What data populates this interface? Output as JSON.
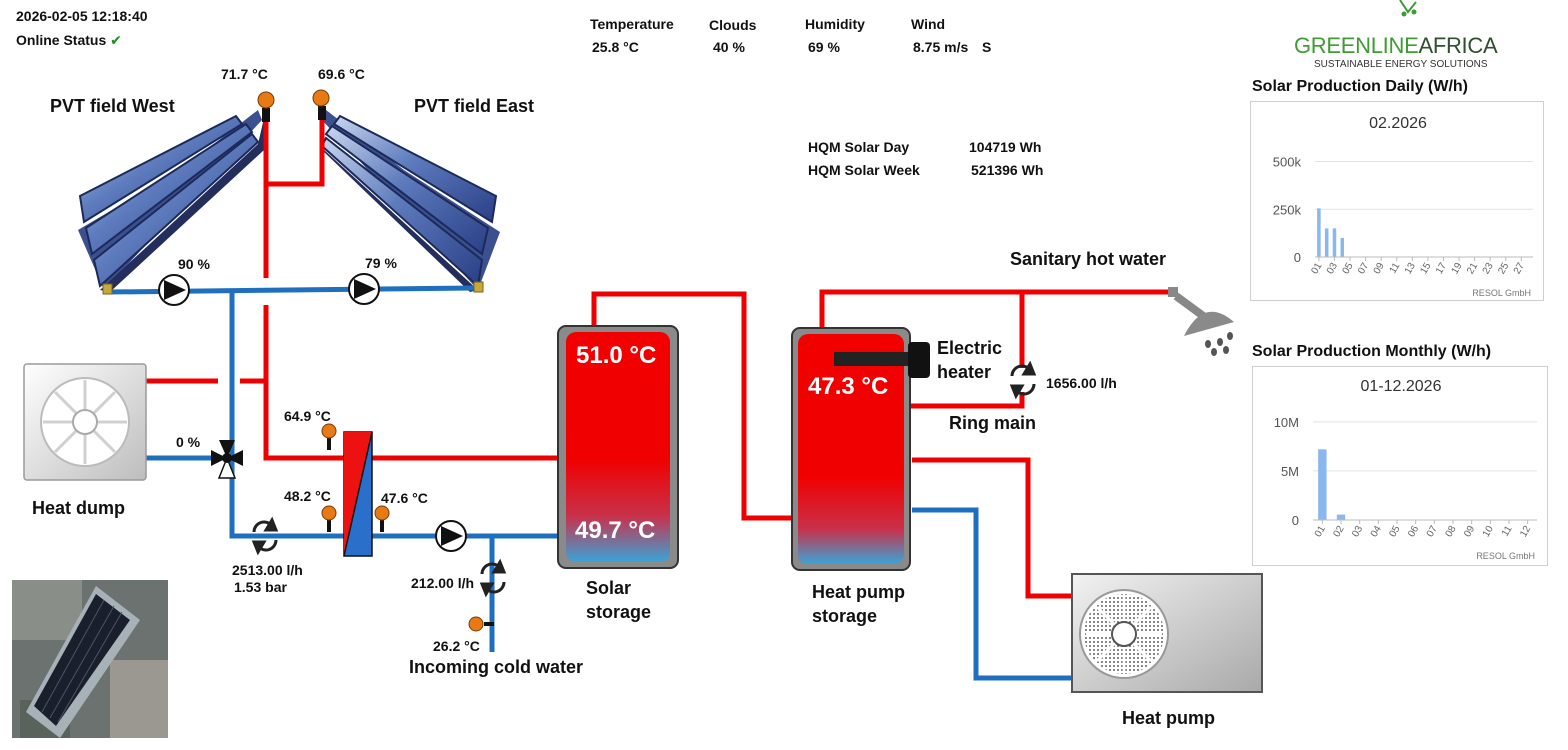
{
  "header": {
    "datetime": "2026-02-05 12:18:40",
    "online_label": "Online Status",
    "online_check": "✔"
  },
  "weather": {
    "temperature_label": "Temperature",
    "temperature_value": "25.8 °C",
    "clouds_label": "Clouds",
    "clouds_value": "40 %",
    "humidity_label": "Humidity",
    "humidity_value": "69 %",
    "wind_label": "Wind",
    "wind_value": "8.75 m/s",
    "wind_dir": "S"
  },
  "logo": {
    "brand_green": "GREENLINE",
    "brand_africa": "AFRICA",
    "tagline": "SUSTAINABLE ENERGY SOLUTIONS"
  },
  "hqm": {
    "day_label": "HQM Solar Day",
    "day_value": "104719 Wh",
    "week_label": "HQM Solar Week",
    "week_value": "521396 Wh"
  },
  "scheme": {
    "field_west": "PVT field West",
    "field_east": "PVT field East",
    "temp_west": "71.7 °C",
    "temp_east": "69.6 °C",
    "pump_west_pct": "90 %",
    "pump_east_pct": "79 %",
    "valve_pct": "0 %",
    "heat_dump": "Heat dump",
    "hx_temp_top": "64.9 °C",
    "hx_temp_left": "48.2 °C",
    "hx_temp_right": "47.6 °C",
    "flow_main": "2513.00 l/h",
    "pressure_main": "1.53 bar",
    "flow_cold": "212.00 l/h",
    "cold_temp": "26.2 °C",
    "incoming_cold": "Incoming cold water",
    "solar_top": "51.0 °C",
    "solar_bottom": "49.7 °C",
    "solar_storage_1": "Solar",
    "solar_storage_2": "storage",
    "hp_tank_temp": "47.3 °C",
    "hp_storage_1": "Heat pump",
    "hp_storage_2": "storage",
    "electric_1": "Electric",
    "electric_2": "heater",
    "ring_flow": "1656.00 l/h",
    "ring_main": "Ring main",
    "sanitary": "Sanitary hot water",
    "heat_pump": "Heat pump"
  },
  "colors": {
    "hot": "#ee0000",
    "cold": "#1f6fc0",
    "sensor": "#e87a16",
    "bar": "#8ab8ee",
    "brand_green": "#3f9c35",
    "brand_dark": "#2f4f2f"
  },
  "chart_data": [
    {
      "type": "bar",
      "title": "Solar Production Daily (W/h)",
      "subtitle": "02.2026",
      "credit": "RESOL GmbH",
      "categories": [
        "01",
        "02",
        "03",
        "04",
        "05",
        "06",
        "07",
        "08",
        "09",
        "10",
        "11",
        "12",
        "13",
        "14",
        "15",
        "16",
        "17",
        "18",
        "19",
        "20",
        "21",
        "22",
        "23",
        "24",
        "25",
        "26",
        "27",
        "28"
      ],
      "tick_labels": [
        "01",
        "03",
        "05",
        "07",
        "09",
        "11",
        "13",
        "15",
        "17",
        "19",
        "21",
        "23",
        "25",
        "27"
      ],
      "values": [
        255000,
        150000,
        150000,
        100000,
        0,
        0,
        0,
        0,
        0,
        0,
        0,
        0,
        0,
        0,
        0,
        0,
        0,
        0,
        0,
        0,
        0,
        0,
        0,
        0,
        0,
        0,
        0,
        0
      ],
      "yticks": [
        0,
        250000,
        500000
      ],
      "ytick_labels": [
        "0",
        "250k",
        "500k"
      ],
      "ylim": [
        0,
        550000
      ],
      "grid": true
    },
    {
      "type": "bar",
      "title": "Solar Production Monthly (W/h)",
      "subtitle": "01-12.2026",
      "credit": "RESOL GmbH",
      "categories": [
        "01",
        "02",
        "03",
        "04",
        "05",
        "06",
        "07",
        "08",
        "09",
        "10",
        "11",
        "12"
      ],
      "tick_labels": [
        "01",
        "02",
        "03",
        "04",
        "05",
        "06",
        "07",
        "08",
        "09",
        "10",
        "11",
        "12"
      ],
      "values": [
        7200000,
        550000,
        0,
        0,
        0,
        0,
        0,
        0,
        0,
        0,
        0,
        0
      ],
      "yticks": [
        0,
        5000000,
        10000000
      ],
      "ytick_labels": [
        "0",
        "5M",
        "10M"
      ],
      "ylim": [
        0,
        11000000
      ],
      "grid": true
    }
  ]
}
